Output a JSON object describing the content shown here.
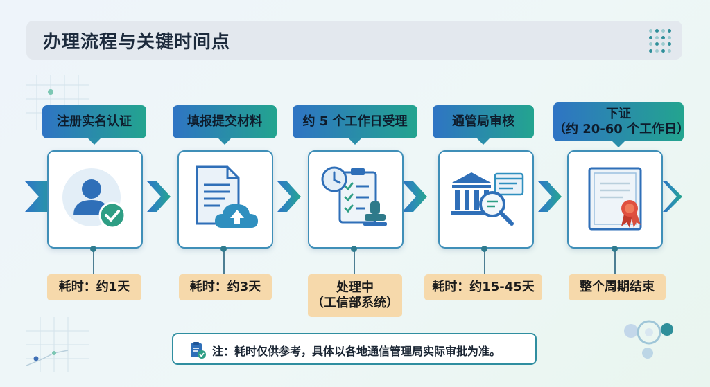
{
  "title": "办理流程与关键时间点",
  "steps": [
    {
      "label": "注册实名认证",
      "icon": "user-check-icon",
      "time": "耗时：约1天"
    },
    {
      "label": "填报提交材料",
      "icon": "document-upload-icon",
      "time": "耗时：约3天"
    },
    {
      "label": "约 5 个工作日受理",
      "icon": "clock-checklist-stamp-icon",
      "time_line1": "处理中",
      "time_line2": "（工信部系统）"
    },
    {
      "label": "通管局审核",
      "icon": "bank-magnifier-icon",
      "time": "耗时：约15-45天"
    },
    {
      "label_line1": "下证",
      "label_line2": "（约 20-60 个工作日）",
      "icon": "certificate-icon",
      "time": "整个周期结束"
    }
  ],
  "note": "注：耗时仅供参考，具体以各地通信管理局实际审批为准。",
  "colors": {
    "accent_blue": "#2f74c4",
    "accent_teal": "#23a48f",
    "time_box": "#f6d9ab"
  }
}
